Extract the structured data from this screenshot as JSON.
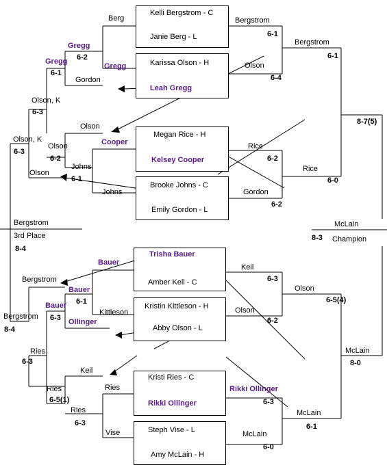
{
  "boxes": {
    "m1": {
      "top": "Kelli Bergstrom - C",
      "bottom": "Janie Berg - L"
    },
    "m2": {
      "top": "Karissa Olson - H",
      "bottom": "Leah Gregg"
    },
    "m3": {
      "top": "Megan Rice - H",
      "bottom": "Kelsey Cooper"
    },
    "m4": {
      "top": "Brooke Johns - C",
      "bottom": "Emily Gordon - L"
    },
    "m5": {
      "top": "Trisha Bauer",
      "bottom": "Amber Keil - C"
    },
    "m6": {
      "top": "Kristin Kittleson - H",
      "bottom": "Abby Olson - L"
    },
    "m7": {
      "top": "Kristi Ries - C",
      "bottom": "Rikki Ollinger"
    },
    "m8": {
      "top": "Steph Vise - L",
      "bottom": "Amy McLain - H"
    }
  },
  "labels": {
    "berg": "Berg",
    "bergstrom_r1": "Bergstrom",
    "s61a": "6-1",
    "bergstrom_r2": "Bergstrom",
    "s61b": "6-1",
    "gregg_r": "Gregg",
    "olson_r1": "Olson",
    "s64": "6-4",
    "gregg_l1": "Gregg",
    "s62a": "6-2",
    "gregg_l2": "Gregg",
    "s61c": "6-1",
    "gordon_l": "Gordon",
    "olsonk1": "Olson, K",
    "s63a": "6-3",
    "olsonk2": "Olson, K",
    "s63b": "6-3",
    "olson_l1": "Olson",
    "cooper": "Cooper",
    "olson_l2": "Olson",
    "s62b": "6-2",
    "johns1": "Johns",
    "s61d": "6-1",
    "olson_l3": "Olson",
    "johns2": "Johns",
    "rice1": "Rice",
    "s62c": "6-2",
    "rice2": "Rice",
    "s60a": "6-0",
    "gordon_r": "Gordon",
    "s62d": "6-2",
    "final_score": "8-7(5)",
    "bergstrom_3rd": "Bergstrom",
    "third_place": "3rd Place",
    "s84a": "8-4",
    "mclain_champ": "McLain",
    "s83": "8-3",
    "champion": "Champion",
    "bauer1": "Bauer",
    "bergstrom_l1": "Bergstrom",
    "bauer2": "Bauer",
    "s61e": "6-1",
    "bauer3": "Bauer",
    "s63c": "6-3",
    "ollinger1": "Ollinger",
    "kittleson": "Kittleson",
    "keil1": "Keil",
    "s63d": "6-3",
    "olson_r2": "Olson",
    "s65_4": "6-5(4)",
    "olson_r3": "Olson",
    "s62e": "6-2",
    "bergstrom_l2": "Bergstrom",
    "s84b": "8-4",
    "ries1": "Ries",
    "s63e": "6-3",
    "mclain_r1": "McLain",
    "s80": "8-0",
    "keil2": "Keil",
    "ries2": "Ries",
    "s65_1": "6-5(1)",
    "ries3": "Ries",
    "rikki_r": "Rikki Ollinger",
    "s63f": "6-3",
    "ries4": "Ries",
    "s63g": "6-3",
    "mclain_r2": "McLain",
    "s61f": "6-1",
    "vise": "Vise",
    "mclain_r3": "McLain",
    "s60b": "6-0"
  }
}
